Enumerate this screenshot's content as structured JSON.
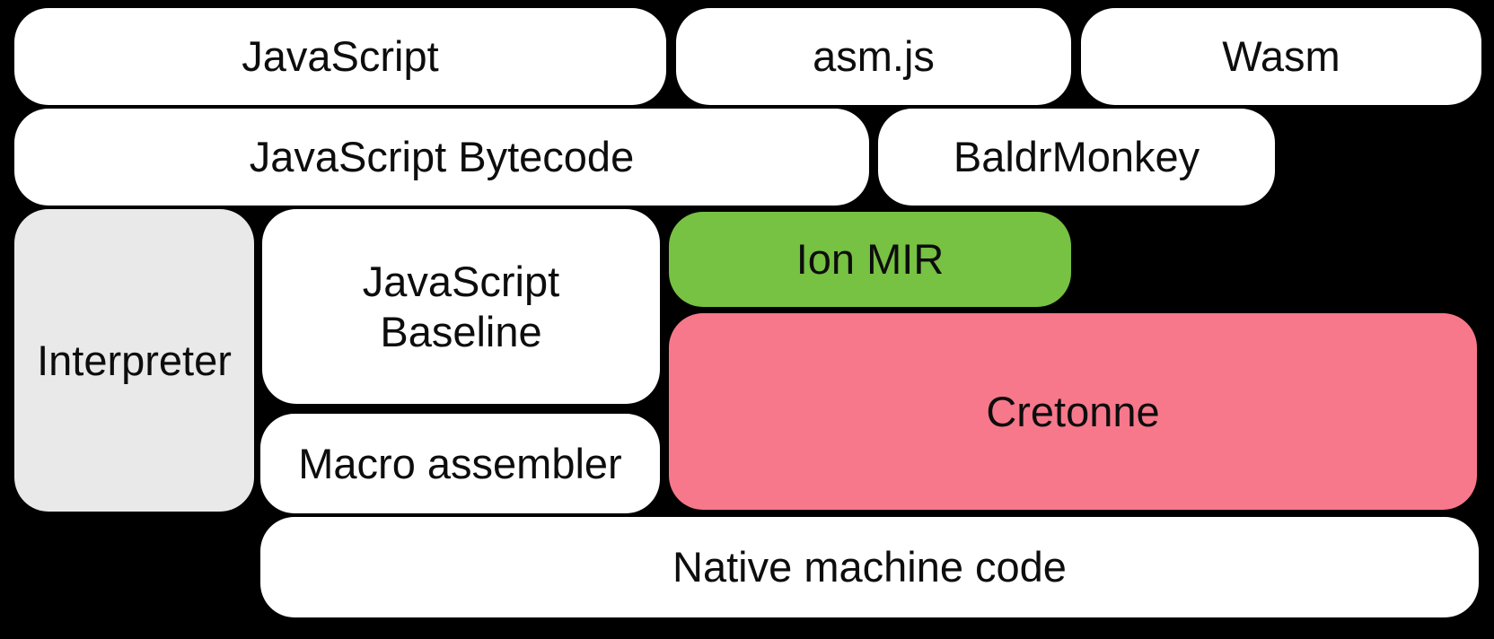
{
  "colors": {
    "background": "#000000",
    "box_default": "#ffffff",
    "interpreter_gray": "#e9e9e9",
    "ion_mir_green": "#77c143",
    "cretonne_pink": "#f7788a",
    "text": "#0d0d0d"
  },
  "nodes": [
    {
      "id": "javascript",
      "label": "JavaScript",
      "fill": "#ffffff"
    },
    {
      "id": "asmjs",
      "label": "asm.js",
      "fill": "#ffffff"
    },
    {
      "id": "wasm",
      "label": "Wasm",
      "fill": "#ffffff"
    },
    {
      "id": "javascript-bytecode",
      "label": "JavaScript Bytecode",
      "fill": "#ffffff"
    },
    {
      "id": "baldrmonkey",
      "label": "BaldrMonkey",
      "fill": "#ffffff"
    },
    {
      "id": "interpreter",
      "label": "Interpreter",
      "fill": "#e9e9e9"
    },
    {
      "id": "javascript-baseline",
      "label": "JavaScript Baseline",
      "fill": "#ffffff"
    },
    {
      "id": "ion-mir",
      "label": "Ion MIR",
      "fill": "#77c143"
    },
    {
      "id": "cretonne",
      "label": "Cretonne",
      "fill": "#f7788a"
    },
    {
      "id": "macro-assembler",
      "label": "Macro assembler",
      "fill": "#ffffff"
    },
    {
      "id": "native-machine-code",
      "label": "Native machine code",
      "fill": "#ffffff"
    }
  ]
}
